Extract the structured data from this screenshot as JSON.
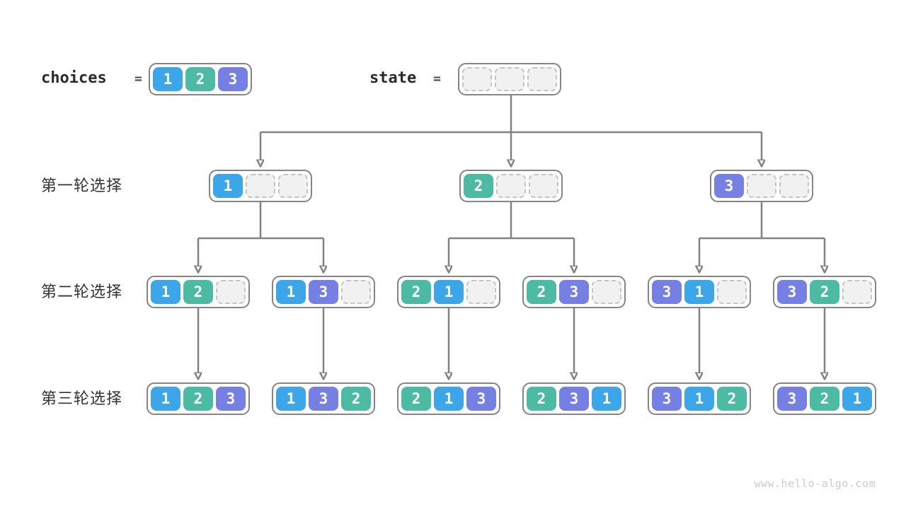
{
  "colors": {
    "value1": "#3DA6E9",
    "value2": "#4DBBA4",
    "value3": "#7680E2",
    "arrow": "#828282",
    "node_border": "#858585",
    "empty_fill": "#F1F1F1",
    "empty_border": "#C4C4C4",
    "label_text": "#333333",
    "watermark_text": "#CBCBCB"
  },
  "header": {
    "choices_label": "choices",
    "equals": "=",
    "choices_values": [
      "1",
      "2",
      "3"
    ],
    "state_label": "state",
    "state_values": [
      "",
      "",
      ""
    ]
  },
  "rows": [
    {
      "label": "第一轮选择",
      "nodes": [
        [
          "1",
          "",
          ""
        ],
        [
          "2",
          "",
          ""
        ],
        [
          "3",
          "",
          ""
        ]
      ]
    },
    {
      "label": "第二轮选择",
      "nodes": [
        [
          "1",
          "2",
          ""
        ],
        [
          "1",
          "3",
          ""
        ],
        [
          "2",
          "1",
          ""
        ],
        [
          "2",
          "3",
          ""
        ],
        [
          "3",
          "1",
          ""
        ],
        [
          "3",
          "2",
          ""
        ]
      ]
    },
    {
      "label": "第三轮选择",
      "nodes": [
        [
          "1",
          "2",
          "3"
        ],
        [
          "1",
          "3",
          "2"
        ],
        [
          "2",
          "1",
          "3"
        ],
        [
          "2",
          "3",
          "1"
        ],
        [
          "3",
          "1",
          "2"
        ],
        [
          "3",
          "2",
          "1"
        ]
      ]
    }
  ],
  "watermark": "www.hello-algo.com"
}
